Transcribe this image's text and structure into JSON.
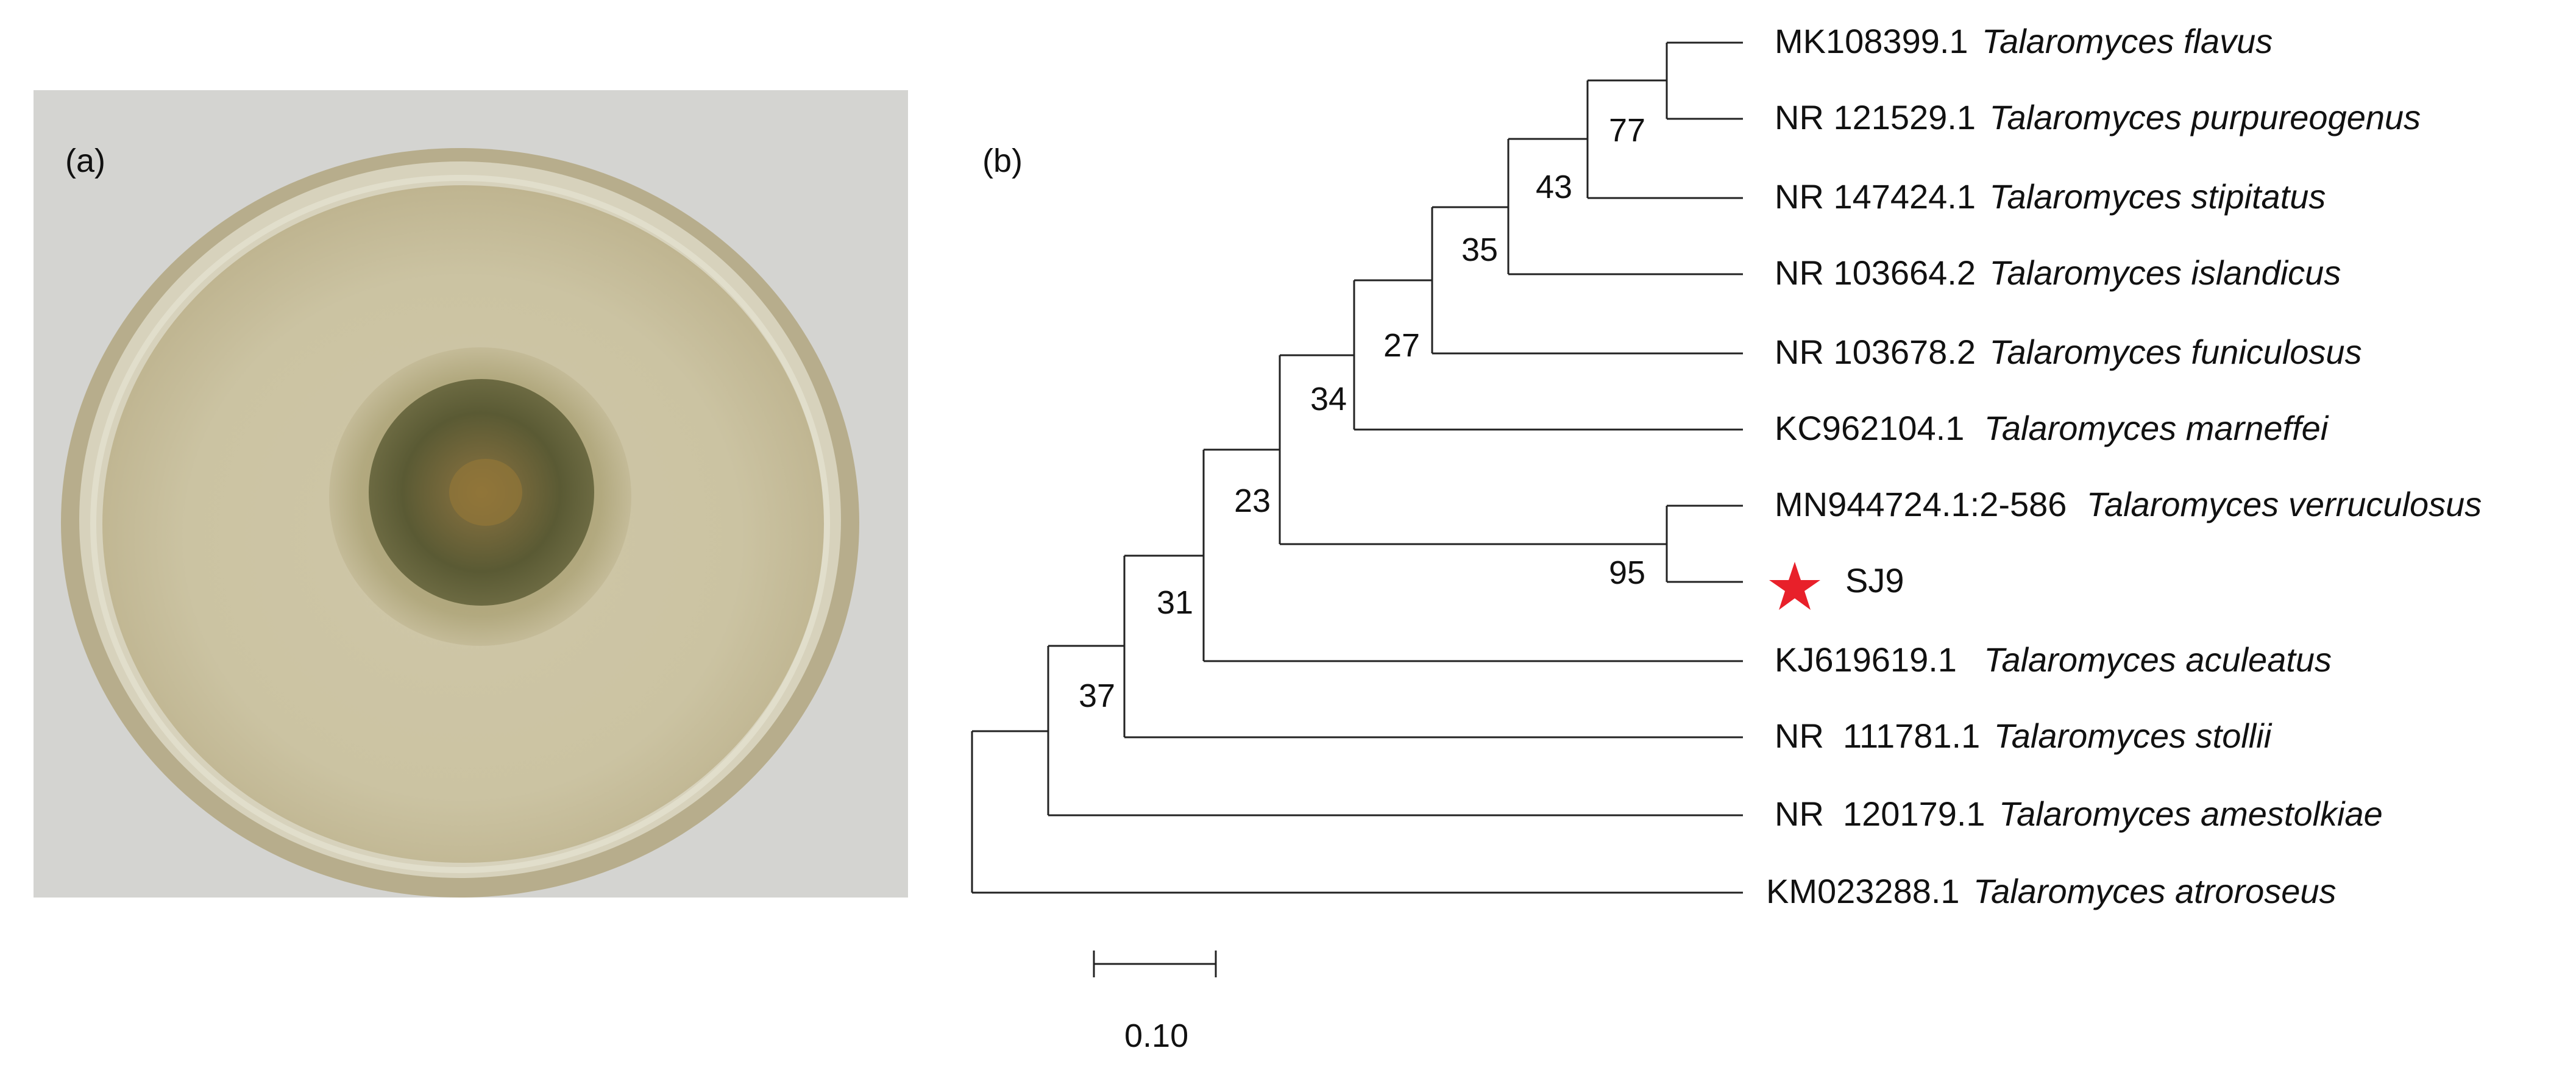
{
  "panel_a": {
    "label": "(a)"
  },
  "panel_b": {
    "label": "(b)",
    "leaves": [
      {
        "accession": "MK108399.1",
        "species": "Talaromyces flavus"
      },
      {
        "accession": "NR 121529.1",
        "species": "Talaromyces purpureogenus"
      },
      {
        "accession": "NR 147424.1",
        "species": "Talaromyces stipitatus"
      },
      {
        "accession": "NR 103664.2",
        "species": "Talaromyces islandicus"
      },
      {
        "accession": "NR 103678.2",
        "species": "Talaromyces funiculosus"
      },
      {
        "accession": "KC962104.1",
        "species": "Talaromyces marneffei"
      },
      {
        "accession": "MN944724.1:2-586",
        "species": "Talaromyces verruculosus"
      },
      {
        "accession": "SJ9",
        "species": ""
      },
      {
        "accession": "KJ619619.1",
        "species": "Talaromyces aculeatus"
      },
      {
        "accession": "NR  111781.1",
        "species": "Talaromyces stollii"
      },
      {
        "accession": "NR  120179.1",
        "species": "Talaromyces amestolkiae"
      },
      {
        "accession": "KM023288.1",
        "species": "Talaromyces atroroseus"
      }
    ],
    "bootstrap": [
      "77",
      "43",
      "35",
      "27",
      "34",
      "23",
      "95",
      "31",
      "37"
    ],
    "highlight_marker": {
      "leaf": "SJ9",
      "shape": "star",
      "color": "#e8202a"
    },
    "scale_bar": {
      "label": "0.10"
    }
  }
}
